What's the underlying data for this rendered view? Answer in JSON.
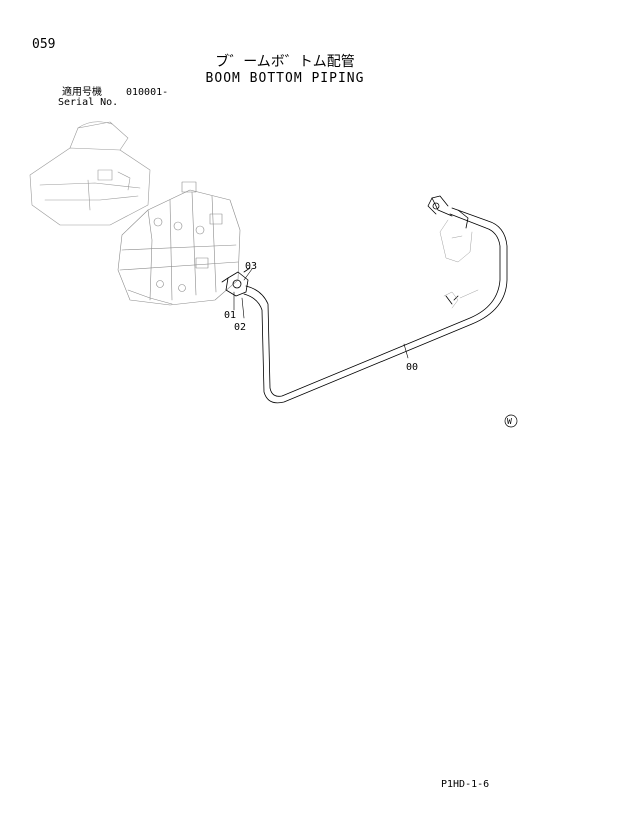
{
  "page_number": "059",
  "title_ja": "ブ゛ームボ゛トム配管",
  "title_en": "BOOM BOTTOM PIPING",
  "serial": {
    "label_ja": "適用号機",
    "label_en": "Serial No.",
    "value": "010001-"
  },
  "callouts": {
    "c00": "00",
    "c01": "01",
    "c02": "02",
    "c03": "03"
  },
  "w_mark": "W",
  "doc_code": "P1HD-1-6"
}
